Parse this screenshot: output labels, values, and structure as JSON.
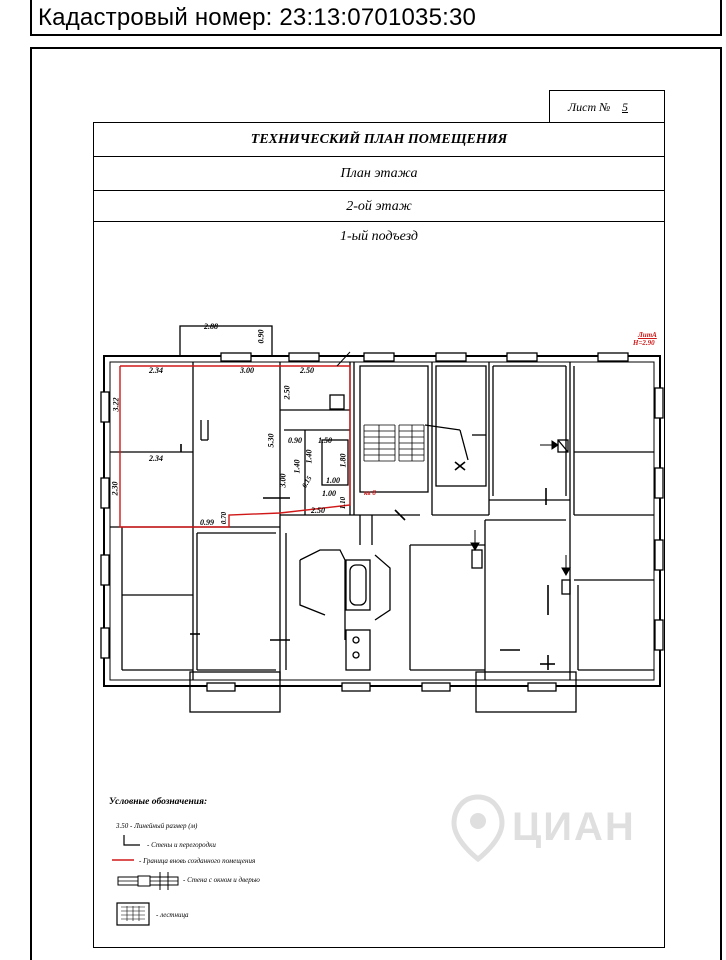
{
  "header": {
    "cadastral_label": "Кадастровый номер: 23:13:0701035:30"
  },
  "sheet": {
    "label": "Лист №",
    "number": "5"
  },
  "titles": {
    "main": "ТЕХНИЧЕСКИЙ ПЛАН ПОМЕЩЕНИЯ",
    "plan": "План этажа",
    "floor": "2-ой  этаж",
    "entrance": "1-ый  подъезд"
  },
  "plan_labels": {
    "lit_a": "ЛитА",
    "height": "H=2.90",
    "apartment": "кв 8"
  },
  "dimensions": {
    "d288": "2.88",
    "d090top": "0.90",
    "d234a": "2.34",
    "d300": "3.00",
    "d250a": "2.50",
    "d250b": "2.50",
    "d322": "3.22",
    "d530": "5.30",
    "d090": "0.90",
    "d150": "1.50",
    "d140a": "1.40",
    "d140b": "1.40",
    "d180": "1.80",
    "d234b": "2.34",
    "d300v": "3.00",
    "d100a": "1.00",
    "d100b": "1.00",
    "d230": "2.30",
    "d099": "0.99",
    "d070": "0.70",
    "d015": "0.15",
    "d110": "1.10",
    "d250c": "2.50"
  },
  "legend": {
    "title": "Условные обозначения:",
    "linear": "3.50 - Линейный размер (м)",
    "walls": "- Стены и перегородки",
    "boundary": "- Граница вновь созданного помещения",
    "window_door": "- Стена с окном и дверью",
    "stairs": "- лестница"
  },
  "watermark": {
    "text": "ЦИАН"
  },
  "colors": {
    "boundary_red": "#d01818",
    "line": "#000000"
  }
}
